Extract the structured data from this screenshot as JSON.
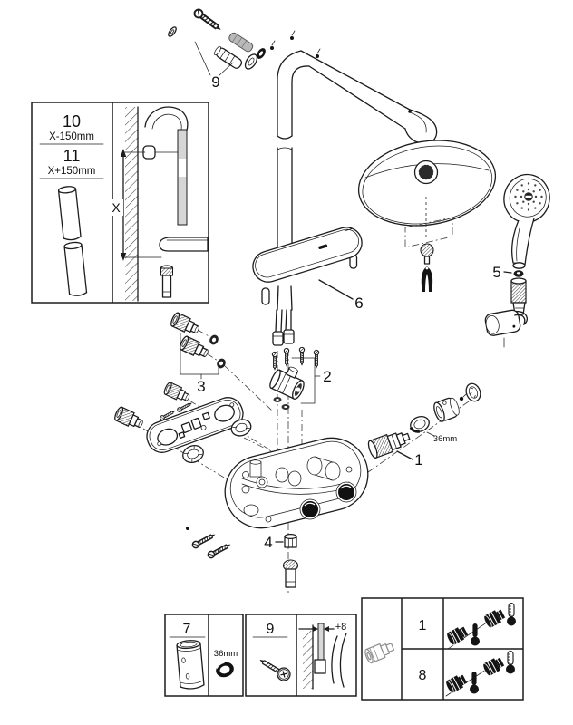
{
  "page": {
    "background": "#ffffff",
    "ink": "#1c1c1c"
  },
  "callouts": {
    "screw_anchor": "9",
    "shelf": "6",
    "hand_shower": "5",
    "check_valves": "3",
    "diverter": "2",
    "cartridge": "1",
    "cartridge_dim": "36mm",
    "plug": "4"
  },
  "inset_rail": {
    "part_short": "10",
    "dim_short": "X-150mm",
    "part_long": "11",
    "dim_long": "X+150mm",
    "axis": "X"
  },
  "box_sleeve": {
    "part": "7",
    "ring_dim": "36mm"
  },
  "box_screw": {
    "part": "9",
    "offset": "+8"
  },
  "box_valves": {
    "row_top": "1",
    "row_bottom": "8"
  }
}
